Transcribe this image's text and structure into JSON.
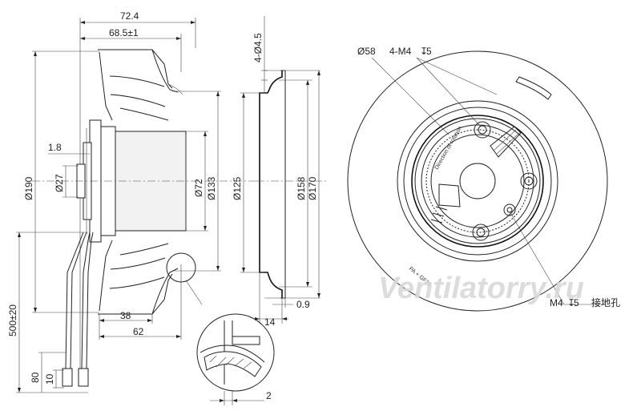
{
  "side_view": {
    "dims": {
      "overall_width": "72.4",
      "impeller_width": "68.5±1",
      "shaft_offset": "1.8",
      "d_outer": "Ø190",
      "d_hub": "Ø27",
      "d_motor": "Ø72",
      "d_133": "Ø133",
      "dim_38": "38",
      "dim_62": "62",
      "cable_length": "500±20",
      "wire_80": "80",
      "wire_10": "10"
    }
  },
  "inlet_ring": {
    "dims": {
      "holes": "4-Ø4.5",
      "d_125": "Ø125",
      "d_158": "Ø158",
      "d_170": "Ø170",
      "thickness": "0.9",
      "depth": "14"
    }
  },
  "detail": {
    "dims": {
      "gap": "2"
    }
  },
  "front_view": {
    "dims": {
      "d_58": "Ø58",
      "threads": "4-M4",
      "thread_depth": "5",
      "ground_hole": "M4",
      "ground_depth": "5",
      "ground_label": "接地孔"
    },
    "material_mark": "PA + GF20",
    "hub_text": "Direction of rotation"
  },
  "watermark": "Ventilatorry.ru"
}
